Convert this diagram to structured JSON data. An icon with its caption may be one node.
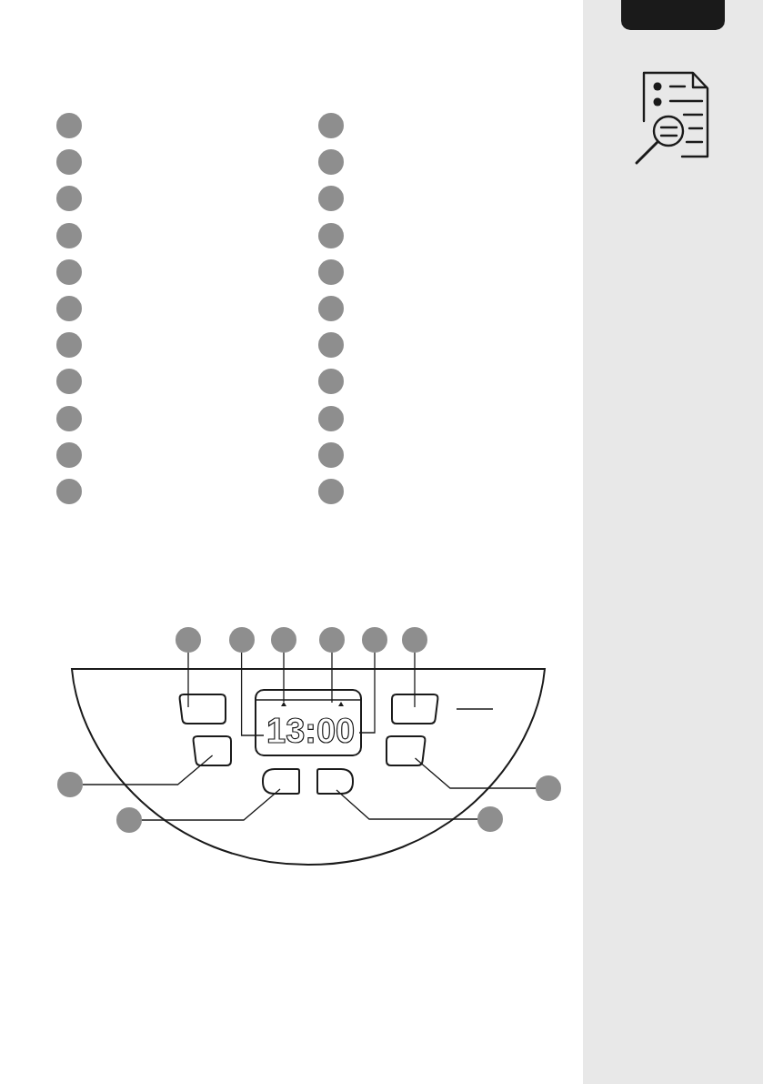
{
  "diagram": {
    "nodes": [
      {
        "text": [],
        "shape": "circle"
      },
      {
        "text": [],
        "shape": "circle"
      },
      {
        "text": [],
        "shape": "circle"
      },
      {
        "text": [],
        "shape": "circle"
      },
      {
        "text": [],
        "shape": "circle"
      },
      {
        "text": [],
        "shape": "circle"
      },
      {
        "text": [],
        "shape": "circle"
      },
      {
        "text": [],
        "shape": "circle"
      },
      {
        "text": [],
        "shape": "circle"
      },
      {
        "text": [],
        "shape": "circle"
      },
      {
        "text": [],
        "shape": "circle"
      },
      {
        "text": [],
        "shape": "circle"
      },
      {
        "text": [],
        "shape": "circle"
      },
      {
        "text": [],
        "shape": "circle"
      },
      {
        "text": [],
        "shape": "circle"
      },
      {
        "text": [],
        "shape": "circle"
      },
      {
        "text": [],
        "shape": "circle"
      },
      {
        "text": [],
        "shape": "circle"
      },
      {
        "text": [],
        "shape": "circle"
      },
      {
        "text": [],
        "shape": "circle"
      },
      {
        "text": [],
        "shape": "circle"
      },
      {
        "text": [],
        "shape": "circle"
      },
      {
        "text": [],
        "shape": "circle"
      },
      {
        "text": [],
        "shape": "circle"
      },
      {
        "text": [],
        "shape": "circle"
      },
      {
        "text": [],
        "shape": "circle"
      },
      {
        "text": [],
        "shape": "circle"
      },
      {
        "text": [],
        "shape": "circle"
      },
      {
        "text": [],
        "shape": "circle"
      },
      {
        "text": [],
        "shape": "circle"
      },
      {
        "text": [],
        "shape": "circle"
      },
      {
        "text": [],
        "shape": "circle"
      },
      {
        "text": [],
        "shape": "box"
      },
      {
        "text": [
          "13:00"
        ]
      },
      {
        "text": [],
        "shape": "triangle",
        "in": 33
      },
      {
        "text": [],
        "shape": "box"
      },
      {
        "text": [],
        "shape": "box"
      },
      {
        "text": [],
        "shape": "box"
      },
      {
        "text": [],
        "shape": "box"
      },
      {
        "text": [],
        "shape": "box"
      }
    ],
    "edges": [
      {
        "from": 22,
        "to": 32,
        "arrow": "none"
      },
      {
        "from": 23,
        "to": 33,
        "arrow": "none"
      },
      {
        "from": 24,
        "to": 34,
        "arrow": "none"
      },
      {
        "from": 25,
        "to": 33,
        "arrow": "none"
      },
      {
        "from": 26,
        "to": 33,
        "arrow": "none"
      },
      {
        "from": 27,
        "to": 35,
        "arrow": "none"
      },
      {
        "from": 28,
        "to": 36,
        "arrow": "none"
      },
      {
        "from": 29,
        "to": 38,
        "arrow": "none"
      },
      {
        "from": 30,
        "to": 39,
        "arrow": "none"
      },
      {
        "from": 31,
        "to": 37,
        "arrow": "none"
      }
    ]
  }
}
